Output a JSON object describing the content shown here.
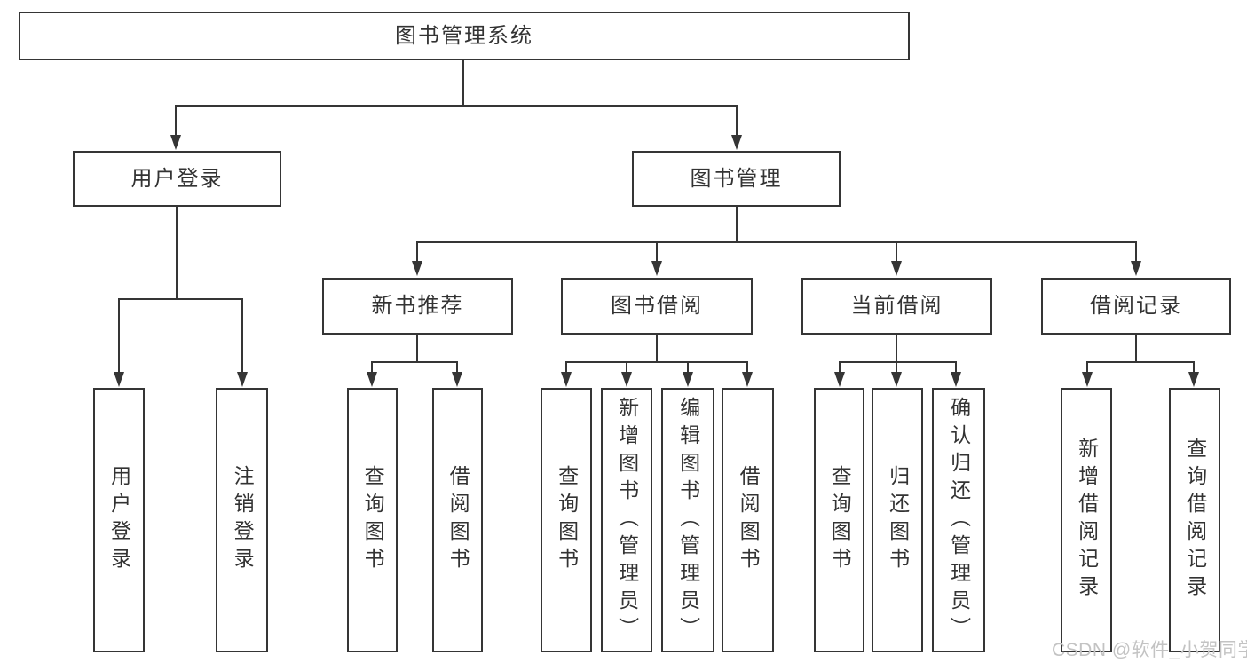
{
  "diagram": {
    "title": "图书管理系统",
    "level2": {
      "user_login": "用户登录",
      "book_mgmt": "图书管理"
    },
    "level3": {
      "new_books": "新书推荐",
      "borrow": "图书借阅",
      "current": "当前借阅",
      "records": "借阅记录"
    },
    "leaves": {
      "user_login": [
        "用户登录",
        "注销登录"
      ],
      "new_books": [
        "查询图书",
        "借阅图书"
      ],
      "borrow": [
        "查询图书",
        "新增图书（管理员）",
        "编辑图书（管理员）",
        "借阅图书"
      ],
      "current": [
        "查询图书",
        "归还图书",
        "确认归还（管理员）"
      ],
      "records": [
        "新增借阅记录",
        "查询借阅记录"
      ]
    }
  },
  "watermark": "CSDN @软件_小贺同学",
  "colors": {
    "line": "#353535",
    "text": "#333333",
    "watermark": "#c3c3c3",
    "background": "#ffffff"
  }
}
